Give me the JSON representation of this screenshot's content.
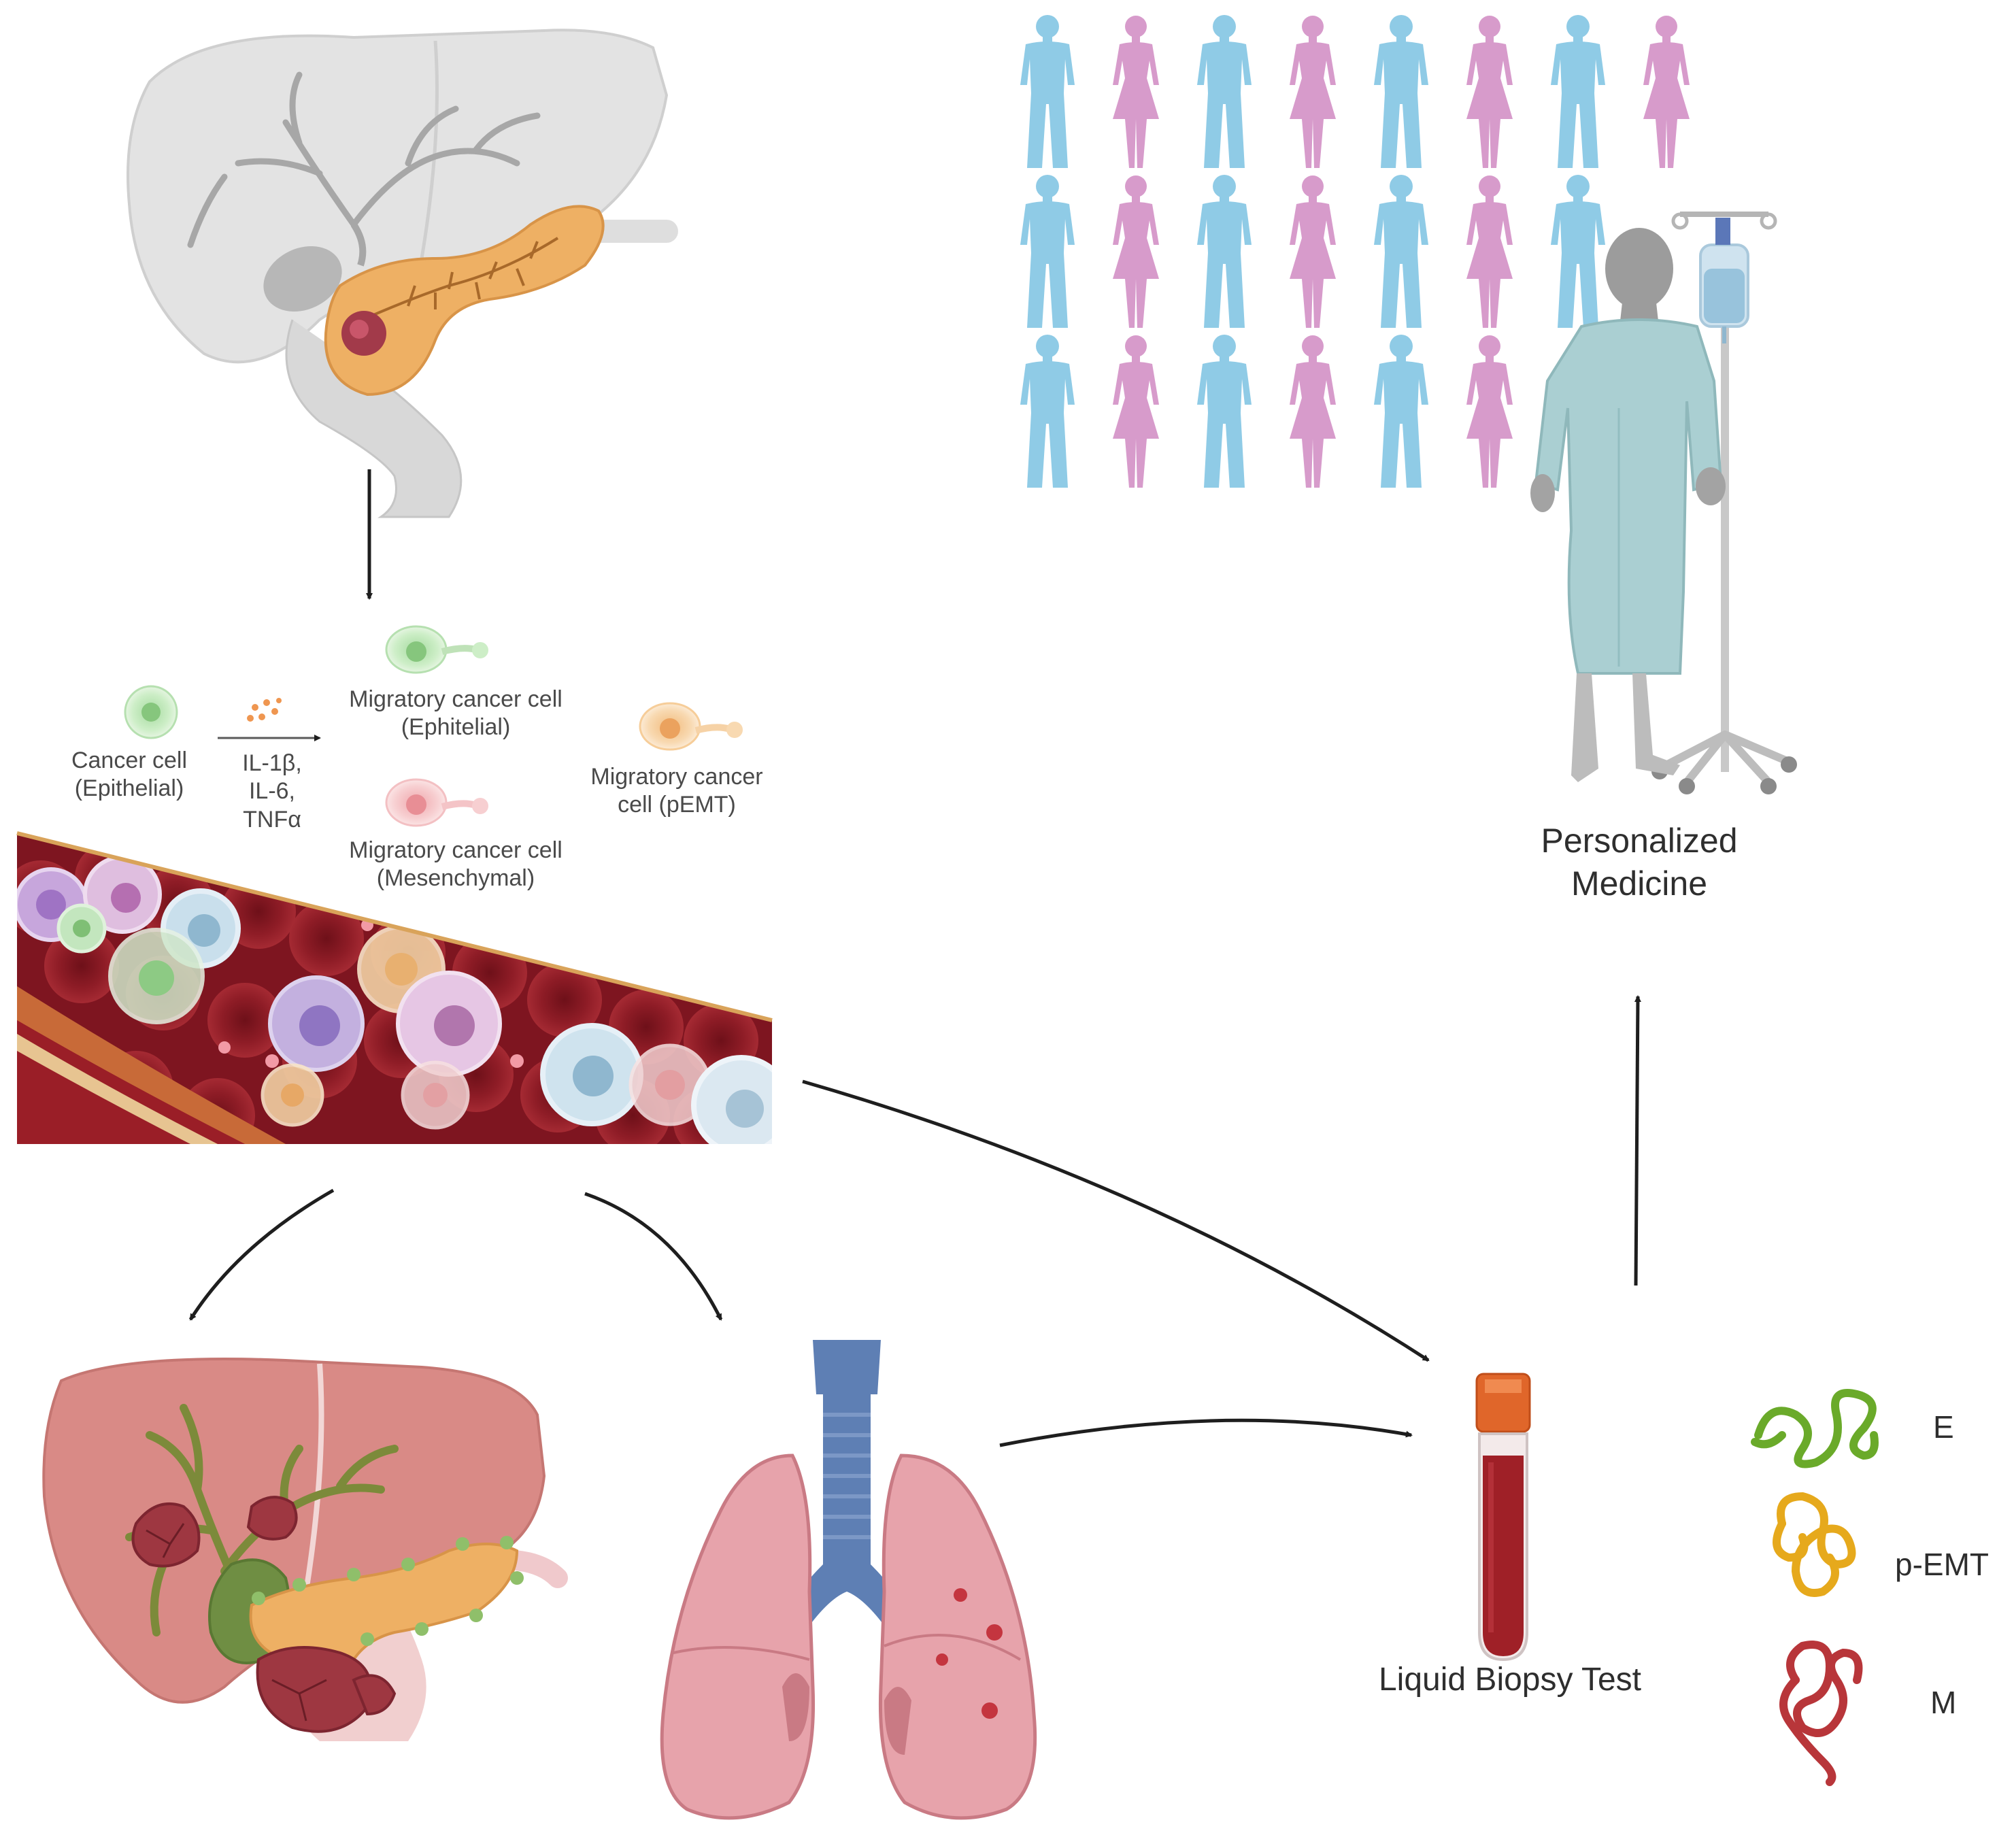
{
  "labels": {
    "cancer_cell": [
      "Cancer cell",
      "(Epithelial)"
    ],
    "cytokines": [
      "IL-1β,",
      "IL-6,",
      "TNFα"
    ],
    "migratory_epithelial": [
      "Migratory cancer cell",
      "(Ephitelial)"
    ],
    "migratory_mesenchymal": [
      "Migratory cancer cell",
      "(Mesenchymal)"
    ],
    "migratory_pemt": [
      "Migratory cancer",
      "cell (pEMT)"
    ],
    "personalized_medicine": [
      "Personalized",
      "Medicine"
    ],
    "liquid_biopsy": "Liquid Biopsy Test"
  },
  "legend": [
    {
      "label": "E",
      "color": "#6aaa2a"
    },
    {
      "label": "p-EMT",
      "color": "#e6a91c"
    },
    {
      "label": "M",
      "color": "#b8363a"
    }
  ],
  "colors": {
    "male_figure": "#8fcbe6",
    "female_figure": "#d79bcb",
    "liver_gray": "#dedede",
    "pancreas": "#eeb064",
    "blood": "#8e1c26",
    "metastatic_liver": "#d98a86",
    "lung": "#e7a3ab",
    "trachea": "#5e7fb4",
    "tube_cap": "#e0662a",
    "tube_blood": "#9f2027"
  },
  "icons": [
    "pancreas-organ-icon",
    "bloodstream-icon",
    "patient-iv-icon",
    "blood-tube-icon",
    "lungs-icon",
    "metastatic-liver-icon"
  ]
}
